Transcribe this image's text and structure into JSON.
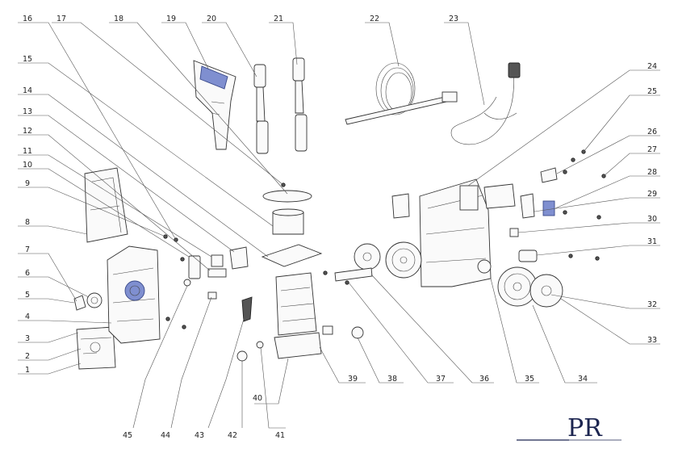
{
  "labels": {
    "l1": "1",
    "l2": "2",
    "l3": "3",
    "l4": "4",
    "l5": "5",
    "l6": "6",
    "l7": "7",
    "l8": "8",
    "l9": "9",
    "l10": "10",
    "l11": "11",
    "l12": "12",
    "l13": "13",
    "l14": "14",
    "l15": "15",
    "l16": "16",
    "l17": "17",
    "l18": "18",
    "l19": "19",
    "l20": "20",
    "l21": "21",
    "l22": "22",
    "l23": "23",
    "l24": "24",
    "l25": "25",
    "l26": "26",
    "l27": "27",
    "l28": "28",
    "l29": "29",
    "l30": "30",
    "l31": "31",
    "l32": "32",
    "l33": "33",
    "l34": "34",
    "l35": "35",
    "l36": "36",
    "l37": "37",
    "l38": "38",
    "l39": "39",
    "l40": "40",
    "l41": "41",
    "l42": "42",
    "l43": "43",
    "l44": "44",
    "l45": "45"
  },
  "logo": {
    "text": "PR"
  },
  "colors": {
    "accent": "#3a4a8a",
    "logo": "#1c2550",
    "line": "#333333"
  }
}
